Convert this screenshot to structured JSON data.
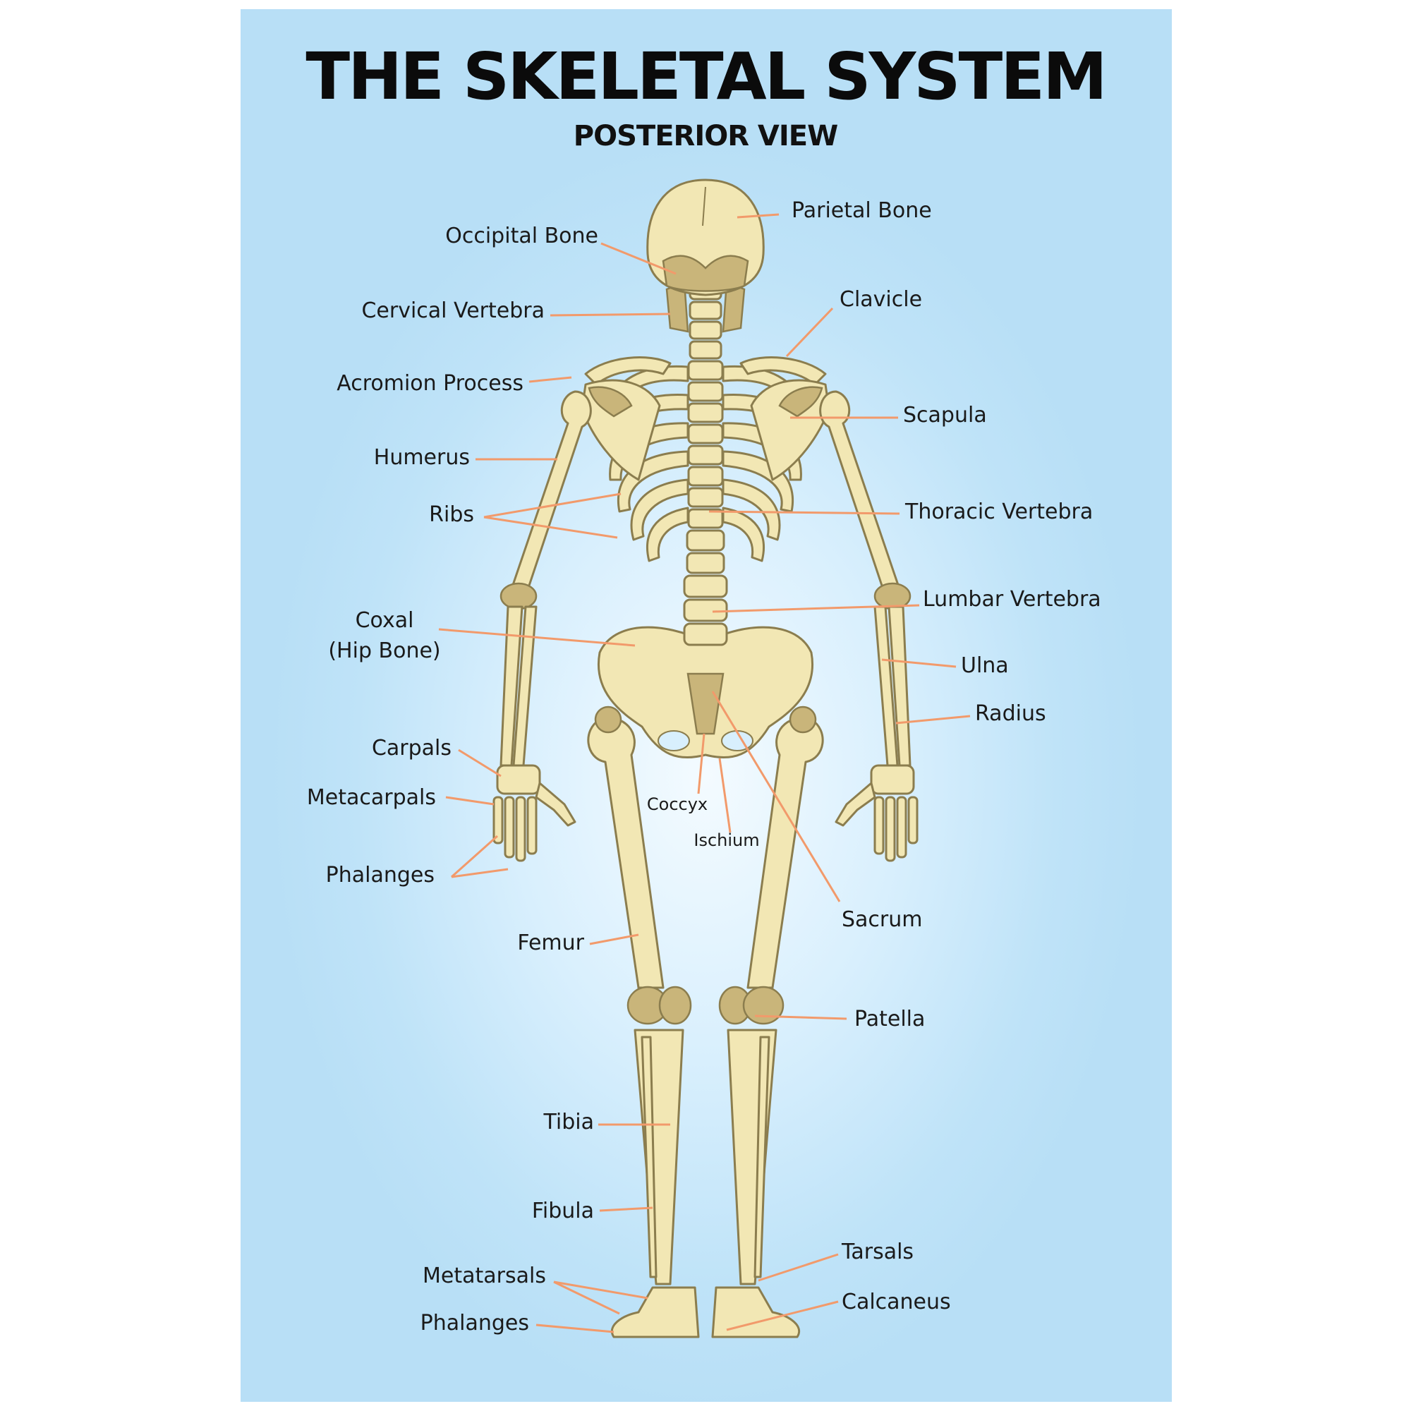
{
  "poster": {
    "title": "THE SKELETAL SYSTEM",
    "subtitle": "POSTERIOR VIEW"
  },
  "colors": {
    "bone": "#f2e7b4",
    "bone_outline": "#8b7d4e",
    "bone_shadow": "#c9b57a",
    "leader_line": "#f29a6b",
    "background": "#c3e6f9"
  },
  "labels": {
    "parietal_bone": "Parietal Bone",
    "occipital_bone": "Occipital Bone",
    "clavicle": "Clavicle",
    "cervical_vertebra": "Cervical Vertebra",
    "acromion_process": "Acromion Process",
    "scapula": "Scapula",
    "humerus": "Humerus",
    "ribs": "Ribs",
    "thoracic_vertebra": "Thoracic Vertebra",
    "lumbar_vertebra": "Lumbar Vertebra",
    "coxal": "Coxal",
    "hip_bone": "(Hip Bone)",
    "ulna": "Ulna",
    "radius": "Radius",
    "carpals": "Carpals",
    "metacarpals": "Metacarpals",
    "phalanges_hand": "Phalanges",
    "coccyx": "Coccyx",
    "ischium": "Ischium",
    "sacrum": "Sacrum",
    "femur": "Femur",
    "patella": "Patella",
    "tibia": "Tibia",
    "fibula": "Fibula",
    "tarsals": "Tarsals",
    "metatarsals": "Metatarsals",
    "calcaneus": "Calcaneus",
    "phalanges_foot": "Phalanges"
  }
}
